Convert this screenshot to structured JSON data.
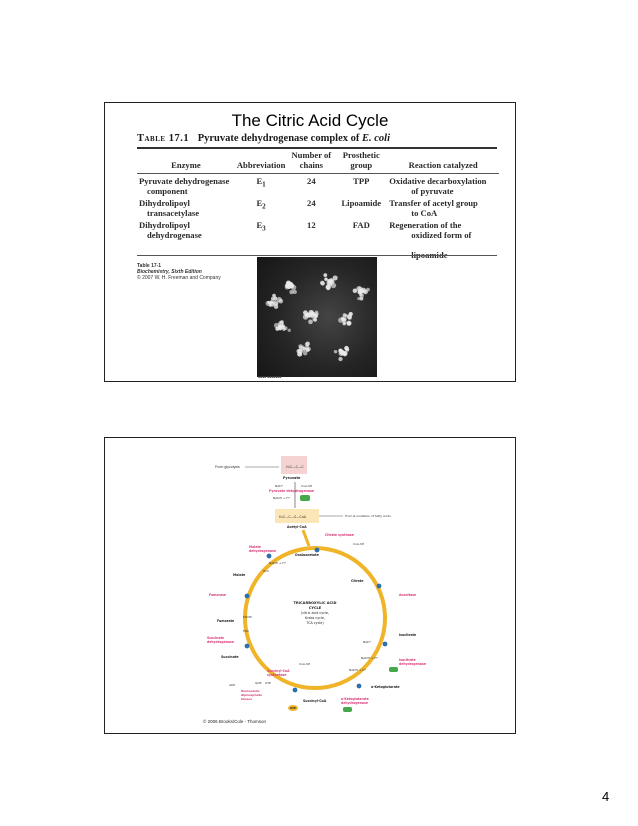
{
  "slide1": {
    "title": "The Citric Acid Cycle",
    "caption": {
      "label": "Table 17.1",
      "text": "Pyruvate dehydrogenase complex of",
      "organism": "E. coli"
    },
    "columns": [
      "Enzyme",
      "Abbreviation",
      "Number of chains",
      "Prosthetic group",
      "Reaction catalyzed"
    ],
    "rows": [
      {
        "enzyme": [
          "Pyruvate dehydrogenase",
          "component"
        ],
        "abbr": "E",
        "abbr_sub": "1",
        "chains": "24",
        "group": "TPP",
        "reaction": [
          "Oxidative decarboxylation",
          "of pyruvate"
        ]
      },
      {
        "enzyme": [
          "Dihydrolipoyl",
          "transacetylase"
        ],
        "abbr": "E",
        "abbr_sub": "2",
        "chains": "24",
        "group": "Lipoamide",
        "reaction": [
          "Transfer of acetyl group",
          "to CoA"
        ]
      },
      {
        "enzyme": [
          "Dihydrolipoyl",
          "dehydrogenase"
        ],
        "abbr": "E",
        "abbr_sub": "3",
        "chains": "12",
        "group": "FAD",
        "reaction": [
          "Regeneration of the",
          "oxidized form of",
          "lipoamide"
        ]
      }
    ],
    "source": {
      "label": "Table 17-1",
      "book": "Biochemistry, Sixth Edition",
      "copyright": "© 2007 W. H. Freeman and Company"
    }
  },
  "slide2": {
    "figure": {
      "labels": {
        "glucose": "From glycolysis",
        "pyruvate": "Pyruvate",
        "pdh": "Pyruvate dehydrogenase",
        "acetyl_coa": "Acetyl-CoA",
        "fatty_acid": "From β-oxidation of fatty acids",
        "center": [
          "TRICARBOXYLIC ACID",
          "CYCLE",
          "(citric acid cycle,",
          "Krebs cycle,",
          "TCA cycle)"
        ],
        "oxaloacetate": "Oxaloacetate",
        "citrate": "Citrate",
        "citrate_synthase": "Citrate synthase",
        "aconitase": "Aconitase",
        "isocitrate": "Isocitrate",
        "icdh": [
          "Isocitrate",
          "dehydrogenase"
        ],
        "akg": "α-Ketoglutarate",
        "akgdh": [
          "α-Ketoglutarate",
          "dehydrogenase"
        ],
        "succinyl_coa": "Succinyl-CoA",
        "scs": [
          "Succinyl-CoA",
          "synthetase"
        ],
        "ndk": [
          "Nucleoside",
          "diphosphate",
          "kinase"
        ],
        "succinate": "Succinate",
        "sdh": [
          "Succinate",
          "dehydrogenase"
        ],
        "fumarate": "Fumarate",
        "fumarase": "Fumarase",
        "malate": "Malate",
        "mdh": [
          "Malate",
          "dehydrogenase"
        ],
        "co2": "CO₂",
        "nad": "NAD⁺",
        "nadh": "NADH + H⁺",
        "coash": "CoA-SH",
        "gtp": "GTP",
        "gdp": "GDP",
        "atp": "ATP",
        "adp": "ADP",
        "fad": "FAD",
        "fadh2": "FADH₂",
        "h2o": "H₂O"
      }
    },
    "copyright": "© 2006 Brooks/Cole - Thomson"
  },
  "page_number": "4",
  "colors": {
    "arrow": "#f0b429",
    "enzyme_label": "#d63a7a",
    "co2_badge": "#46a84a",
    "number_badge": "#2f6fb0",
    "nad_badge": "#8a8a8a",
    "acetyl_box": "#fbe6b8"
  }
}
